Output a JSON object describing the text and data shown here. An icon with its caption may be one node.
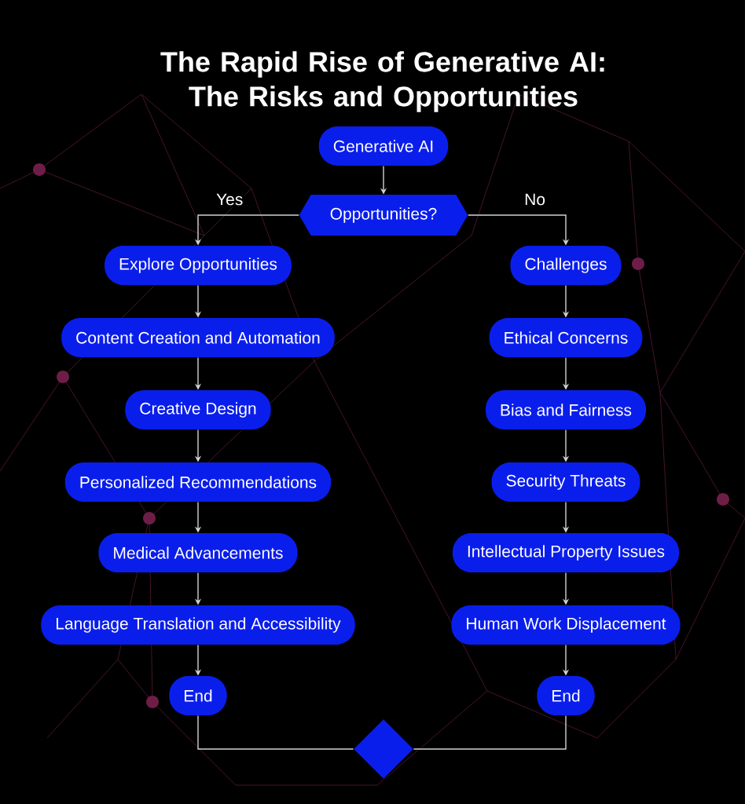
{
  "diagram": {
    "title": "The Rapid Rise of Generative AI: The Risks and Opportunities",
    "nodes": [
      {
        "text": [
          "Generative AI"
        ]
      },
      {
        "text": [
          "Opportunities?"
        ]
      },
      {
        "text": [
          "Explore Opportunities"
        ]
      },
      {
        "text": [
          "Content Creation and Automation"
        ]
      },
      {
        "text": [
          "Creative Design"
        ]
      },
      {
        "text": [
          "Personalized Recommendations"
        ]
      },
      {
        "text": [
          "Medical Advancements"
        ]
      },
      {
        "text": [
          "Language Translation and Accessibility"
        ]
      },
      {
        "text": [
          "End"
        ]
      },
      {
        "text": [
          "Challenges"
        ]
      },
      {
        "text": [
          "Ethical Concerns"
        ]
      },
      {
        "text": [
          "Bias and Fairness"
        ]
      },
      {
        "text": [
          "Security Threats"
        ]
      },
      {
        "text": [
          "Intellectual Property Issues"
        ]
      },
      {
        "text": [
          "Human Work Displacement"
        ]
      },
      {
        "text": [
          "End"
        ]
      },
      {
        "text": [],
        "shape": "diamond"
      }
    ],
    "edges": [
      {
        "from": 0,
        "to": 1,
        "arrow": "to"
      },
      {
        "from": 1,
        "to": 2,
        "arrow": "to",
        "label": "Yes"
      },
      {
        "from": 1,
        "to": 9,
        "arrow": "to",
        "label": "No"
      },
      {
        "from": 2,
        "to": 3,
        "arrow": "to"
      },
      {
        "from": 3,
        "to": 4,
        "arrow": "to"
      },
      {
        "from": 4,
        "to": 5,
        "arrow": "to"
      },
      {
        "from": 5,
        "to": 6,
        "arrow": "to"
      },
      {
        "from": 6,
        "to": 7,
        "arrow": "to"
      },
      {
        "from": 7,
        "to": 8,
        "arrow": "to"
      },
      {
        "from": 9,
        "to": 10,
        "arrow": "to"
      },
      {
        "from": 10,
        "to": 11,
        "arrow": "to"
      },
      {
        "from": 11,
        "to": 12,
        "arrow": "to"
      },
      {
        "from": 12,
        "to": 13,
        "arrow": "to"
      },
      {
        "from": 13,
        "to": 14,
        "arrow": "to"
      },
      {
        "from": 14,
        "to": 15,
        "arrow": "to"
      },
      {
        "from": 8,
        "to": 16,
        "arrow": "none"
      },
      {
        "from": 15,
        "to": 16,
        "arrow": "none"
      }
    ]
  }
}
